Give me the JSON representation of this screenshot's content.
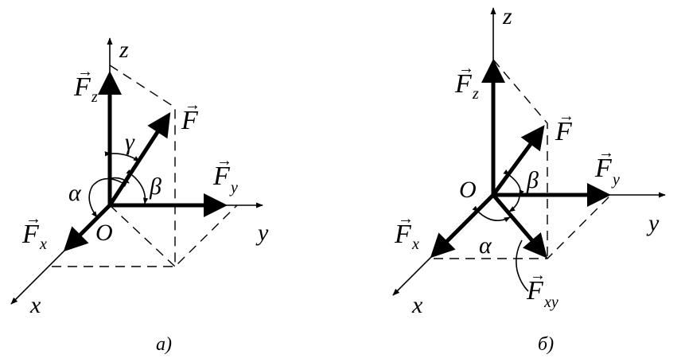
{
  "panel_a": {
    "caption": "а)",
    "axis_z": "z",
    "axis_y": "y",
    "axis_x": "x",
    "origin": "O",
    "force": "F",
    "force_z": "F",
    "force_z_sub": "z",
    "force_y": "F",
    "force_y_sub": "y",
    "force_x": "F",
    "force_x_sub": "x",
    "angle_alpha": "α",
    "angle_beta": "β",
    "angle_gamma": "γ"
  },
  "panel_b": {
    "caption": "б)",
    "axis_z": "z",
    "axis_y": "y",
    "axis_x": "x",
    "origin": "O",
    "force": "F",
    "force_z": "F",
    "force_z_sub": "z",
    "force_y": "F",
    "force_y_sub": "y",
    "force_x": "F",
    "force_x_sub": "x",
    "force_xy": "F",
    "force_xy_sub": "xy",
    "angle_alpha": "α",
    "angle_beta": "β"
  }
}
